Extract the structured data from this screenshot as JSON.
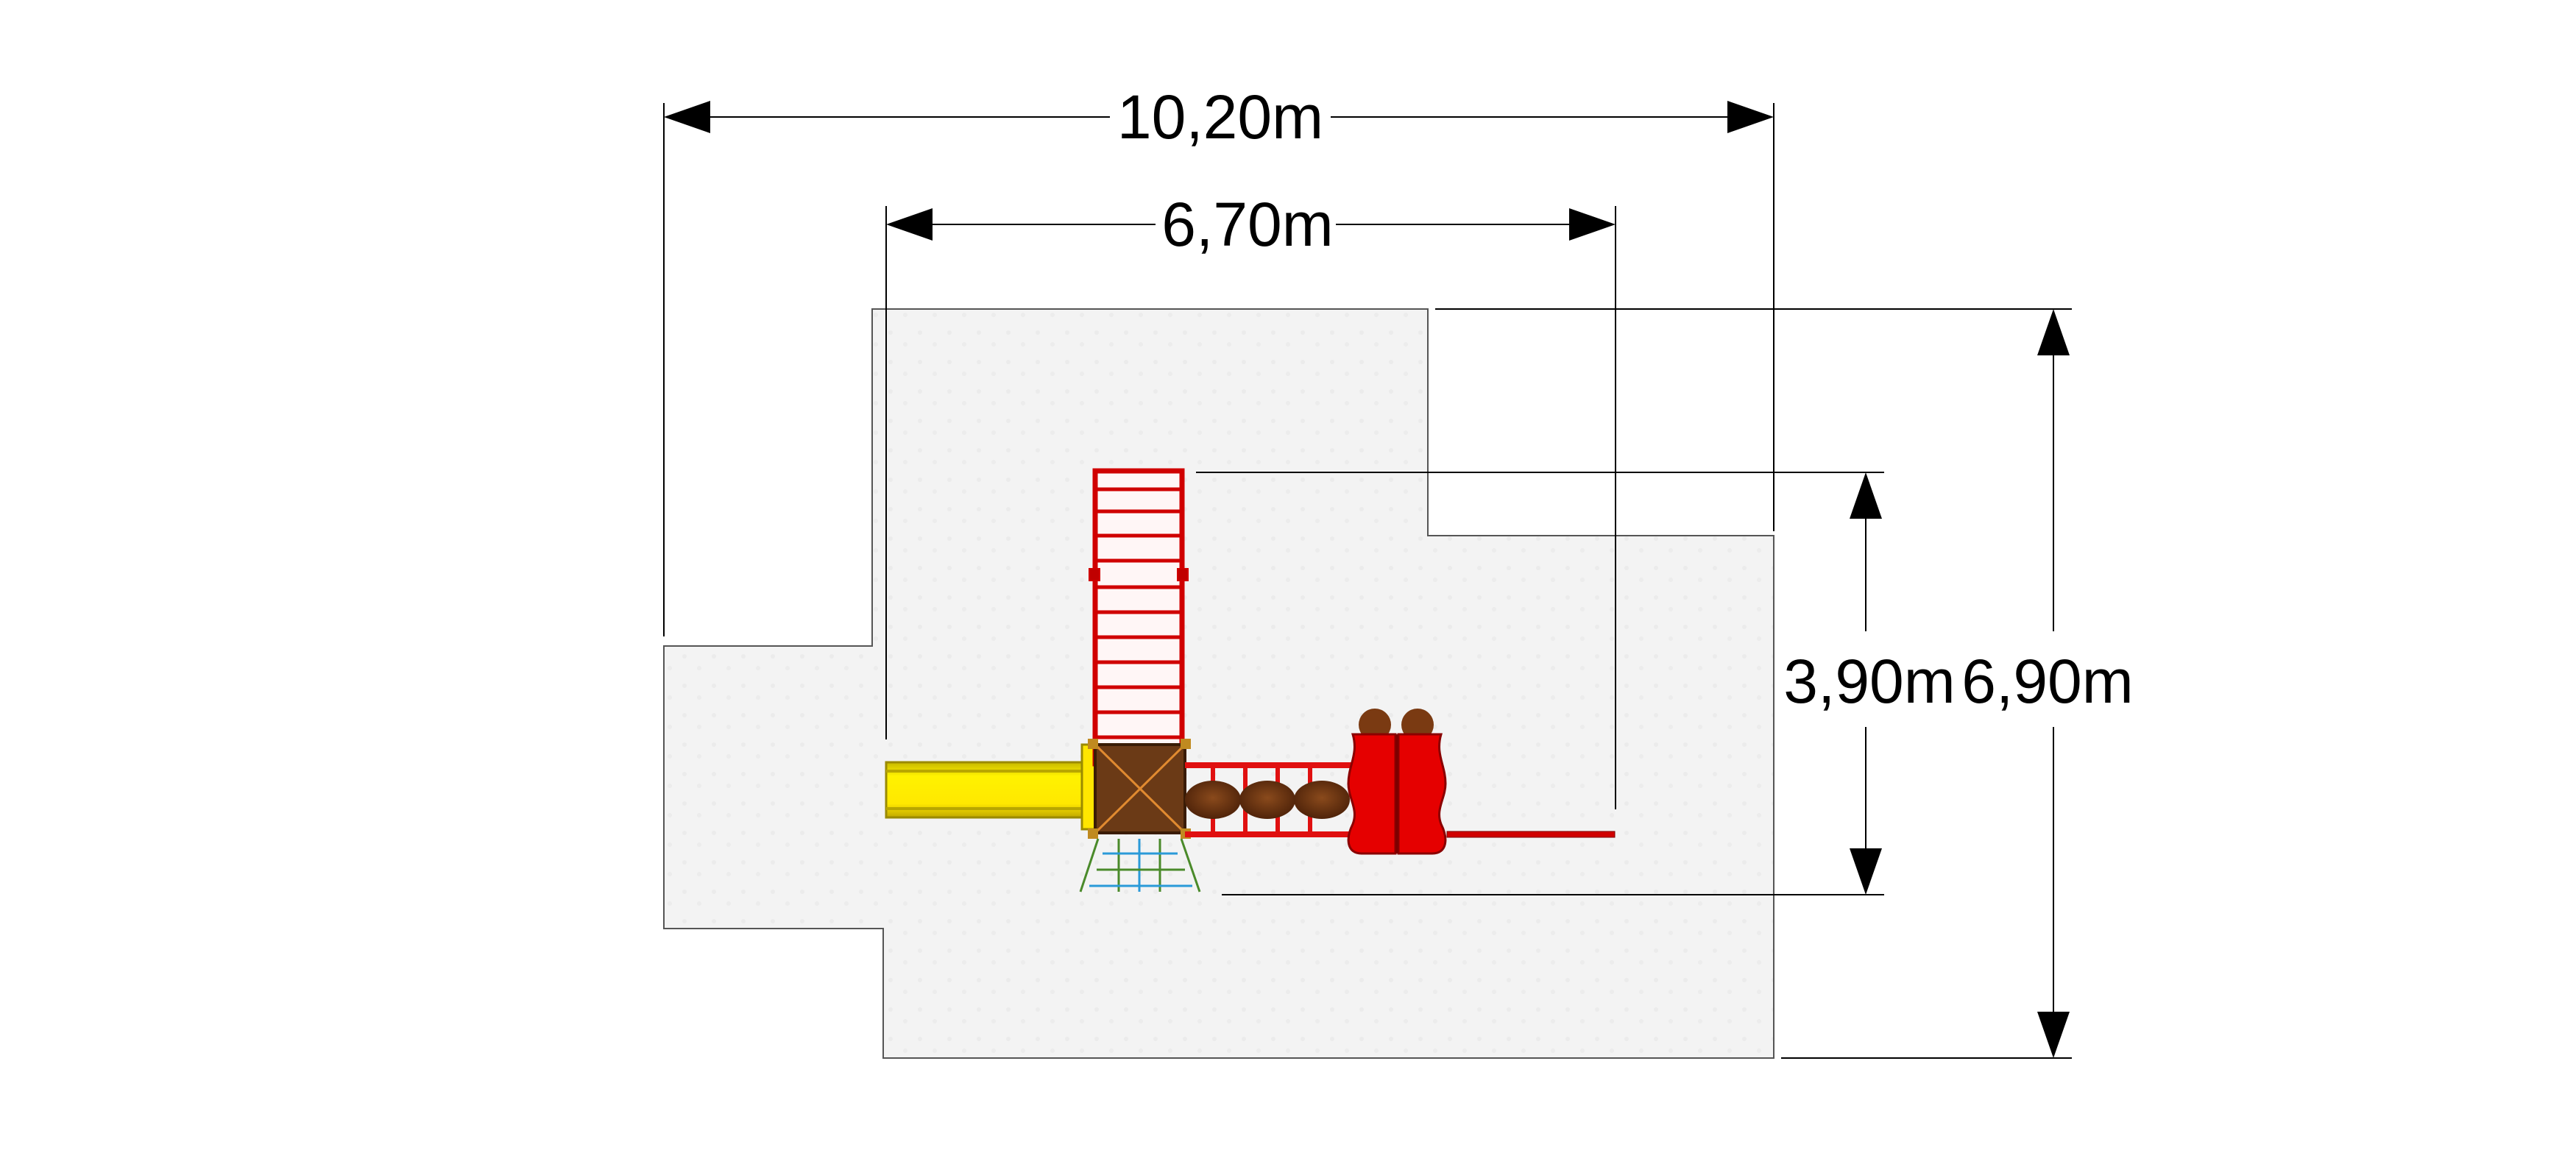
{
  "dimensions": {
    "total_width": "10,20m",
    "equipment_width": "6,70m",
    "equipment_depth": "3,90m",
    "total_depth": "6,90m"
  },
  "colors": {
    "safety_zone": "#f3f3f3",
    "ladder_red": "#e01010",
    "slide_yellow": "#f2e000",
    "deck_brown": "#6b3a16",
    "log_brown": "#6e3410",
    "climb_green": "#4a8a2a",
    "climb_blue": "#2a9ad8",
    "line": "#000000"
  }
}
